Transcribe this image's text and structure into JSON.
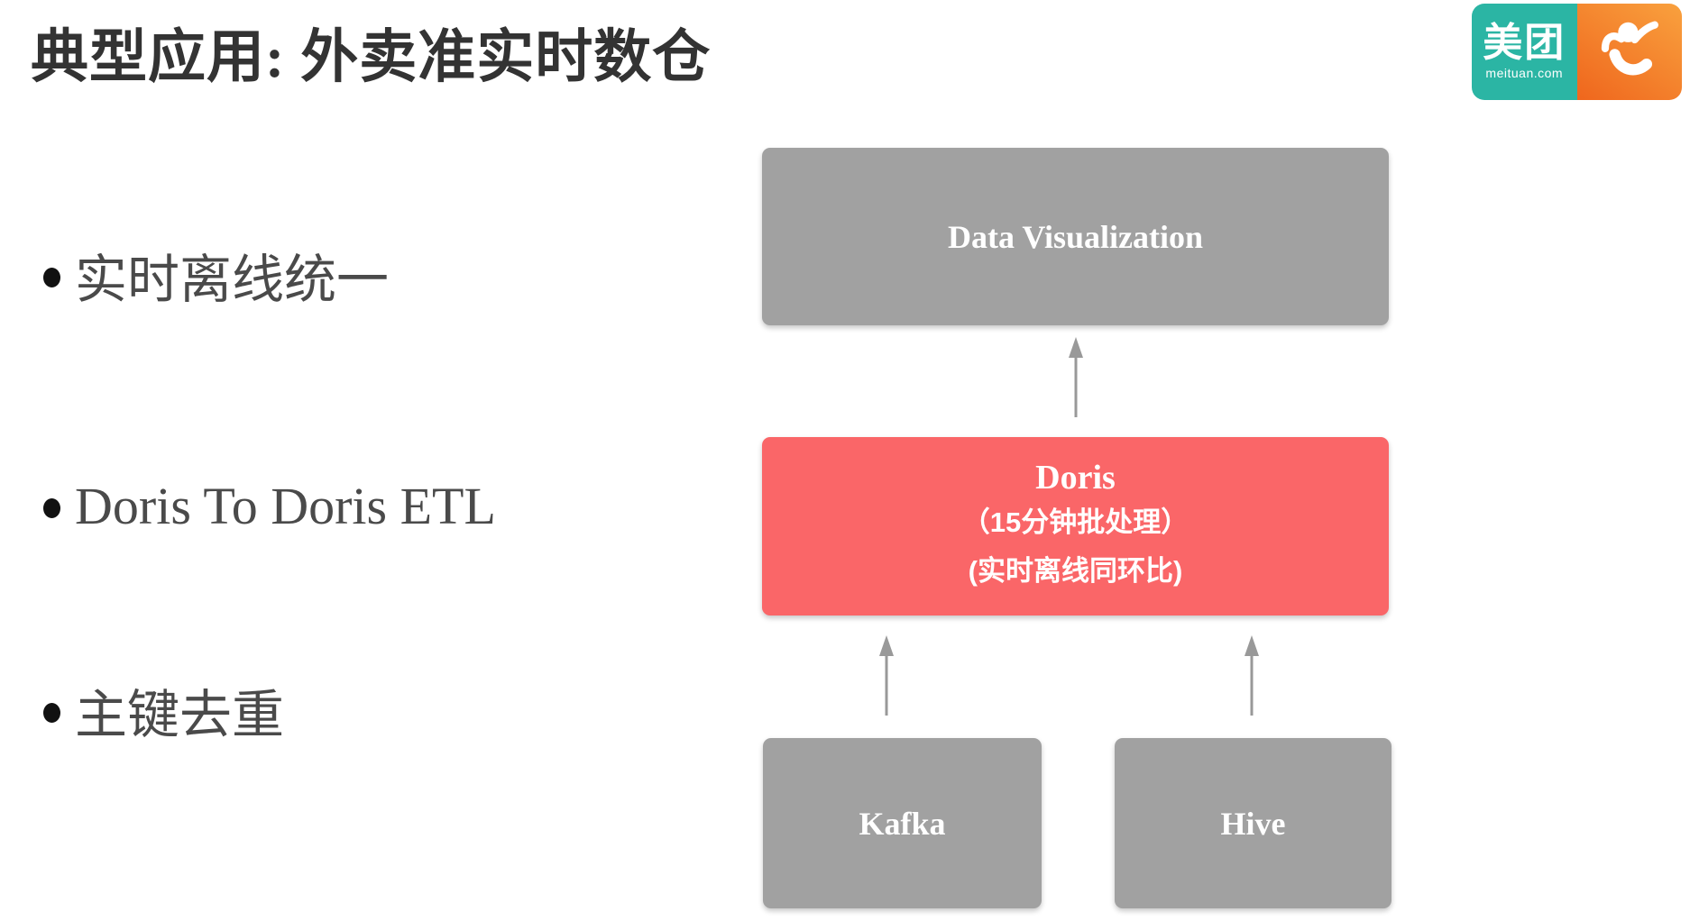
{
  "slide": {
    "title": "典型应用: 外卖准实时数仓"
  },
  "logo": {
    "meituan_text": "美团",
    "meituan_domain": "meituan.com",
    "teal_color": "#2bb5a4",
    "orange_gradient_start": "#f9a13e",
    "orange_gradient_end": "#ef661d"
  },
  "bullets": [
    {
      "label": "实时离线统一"
    },
    {
      "label": "Doris To Doris ETL"
    },
    {
      "label": "主键去重"
    }
  ],
  "diagram": {
    "nodes": {
      "data_visualization": {
        "label": "Data Visualization",
        "color": "#a1a1a1"
      },
      "doris": {
        "title": "Doris",
        "subtitle1": "（15分钟批处理）",
        "subtitle2": "(实时离线同环比)",
        "color": "#fa6668"
      },
      "kafka": {
        "label": "Kafka",
        "color": "#a1a1a1"
      },
      "hive": {
        "label": "Hive",
        "color": "#a1a1a1"
      }
    },
    "edges": [
      {
        "from": "doris",
        "to": "data_visualization"
      },
      {
        "from": "kafka",
        "to": "doris"
      },
      {
        "from": "hive",
        "to": "doris"
      }
    ],
    "arrow_color": "#999999"
  },
  "colors": {
    "background": "#ffffff",
    "title_text": "#333333",
    "bullet_text": "#4a4a4a",
    "box_text": "#ffffff"
  }
}
